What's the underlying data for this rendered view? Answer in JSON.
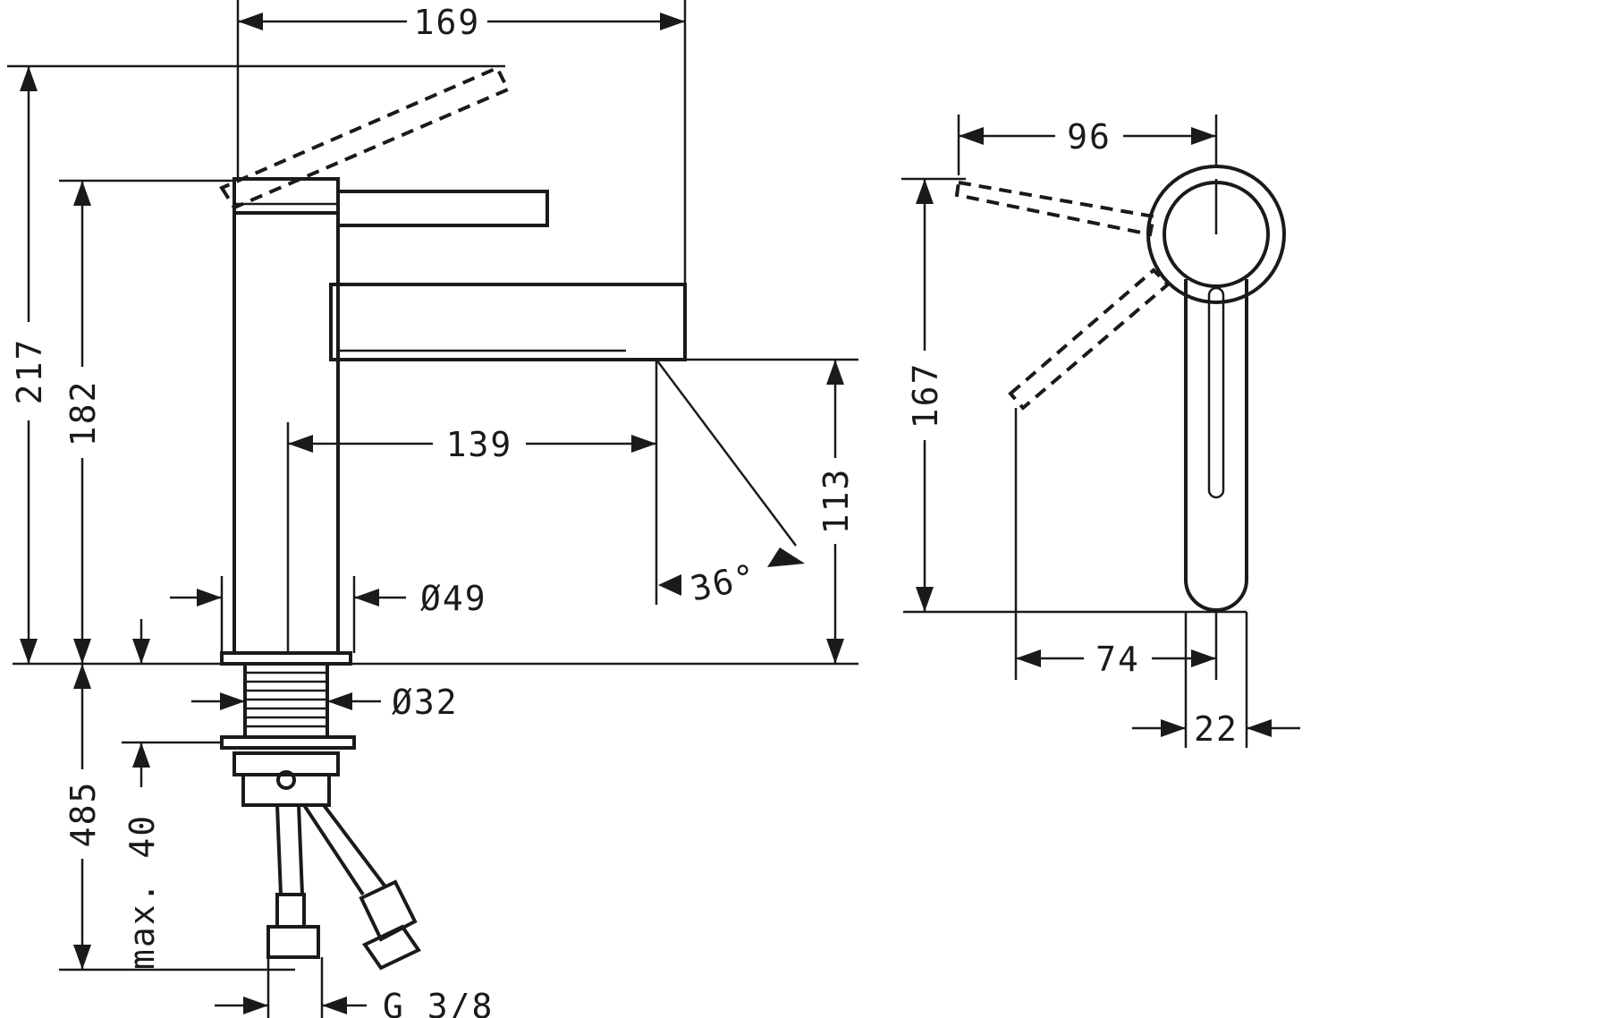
{
  "dimensions": {
    "top_width": "169",
    "total_height": "217",
    "body_height": "182",
    "spout_reach": "139",
    "spout_angle": "36°",
    "spout_height": "113",
    "body_diameter": "Ø49",
    "shank_diameter": "Ø32",
    "hose_length": "485",
    "max_thickness": "max. 40",
    "thread": "G 3/8",
    "side_width": "96",
    "side_height": "167",
    "side_reach": "74",
    "handle_width": "22"
  }
}
